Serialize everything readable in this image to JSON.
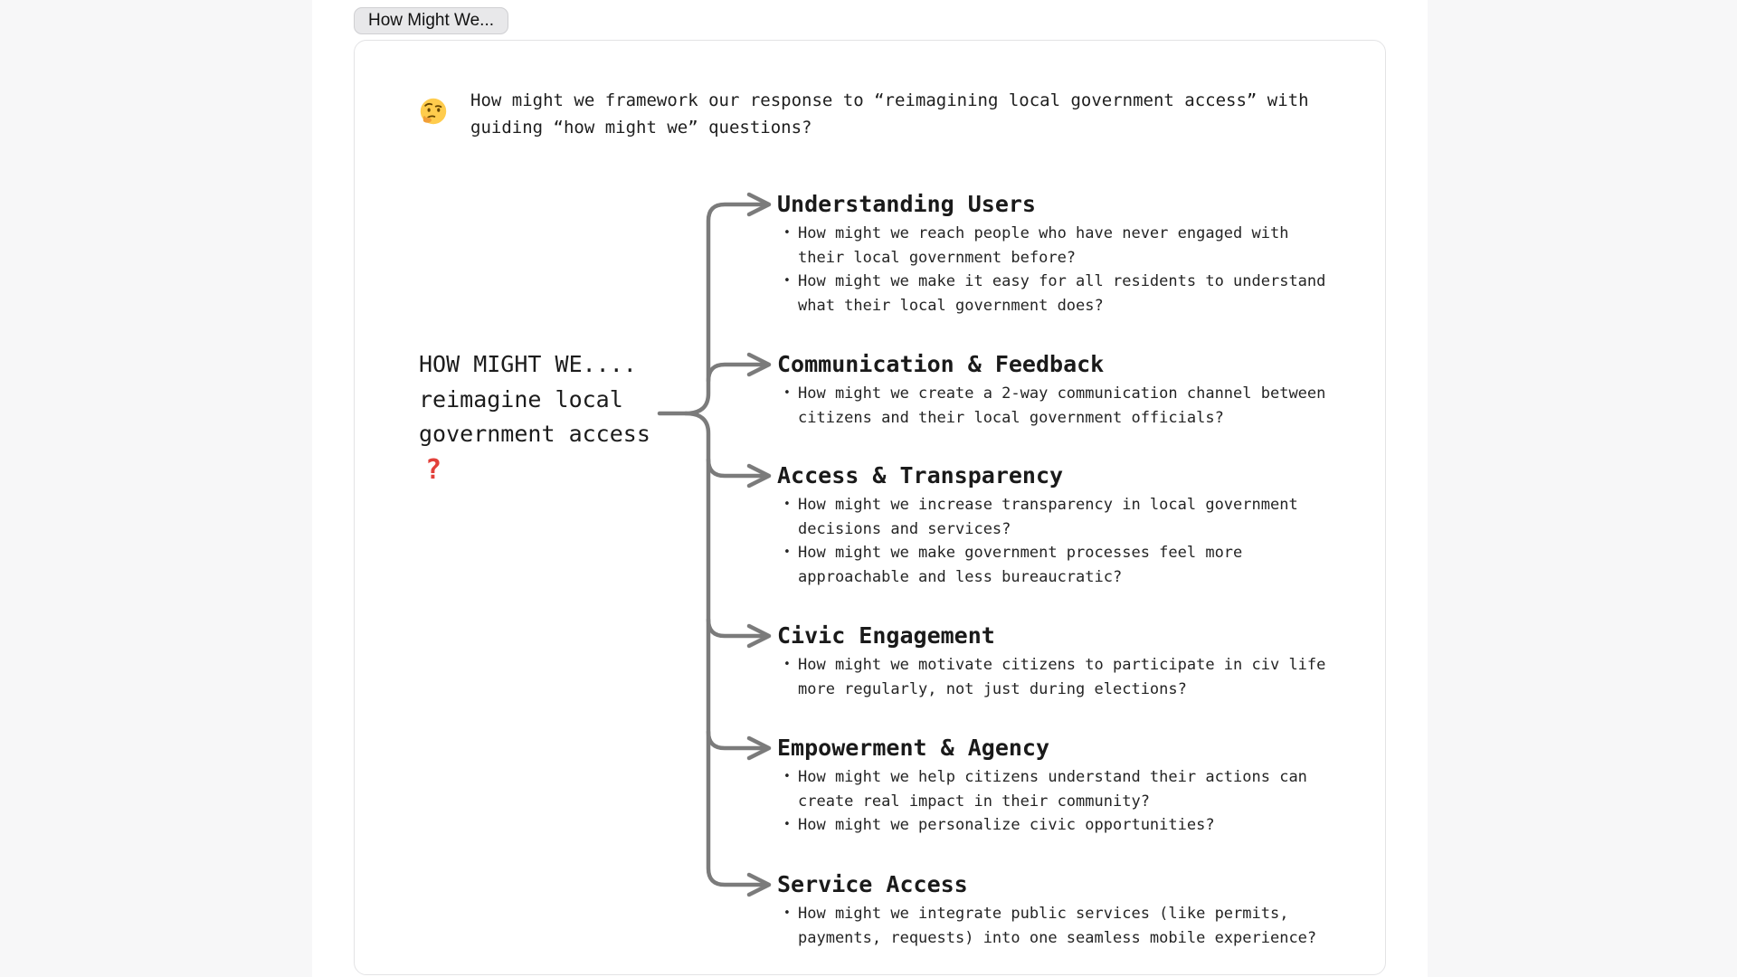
{
  "tab": {
    "label": "How Might We..."
  },
  "prompt": {
    "icon": "thinking-face-icon",
    "text": "How might we framework our response to “reimagining local government access” with guiding “how might we” questions?"
  },
  "mindmap": {
    "root": {
      "lines": [
        "HOW MIGHT WE....",
        "reimagine local",
        "government access"
      ],
      "mark": "?"
    },
    "branches": [
      {
        "title": "Understanding Users",
        "questions": [
          "How might we reach people who have never engaged with their local government before?",
          "How might we make it easy for all residents to understand what their local government does?"
        ]
      },
      {
        "title": "Communication & Feedback",
        "questions": [
          "How might we create a 2-way communication channel between citizens and their local government officials?"
        ]
      },
      {
        "title": "Access & Transparency",
        "questions": [
          "How might we increase transparency in local government decisions and services?",
          "How might we make government processes feel more approachable and less bureaucratic?"
        ]
      },
      {
        "title": "Civic Engagement",
        "questions": [
          "How might we motivate citizens to participate in civ life more regularly, not just during elections?"
        ]
      },
      {
        "title": "Empowerment & Agency",
        "questions": [
          "How might we help citizens understand their actions can create real impact in their community?",
          "How might we personalize civic opportunities?"
        ]
      },
      {
        "title": "Service Access",
        "questions": [
          "How might we integrate public services (like permits, payments, requests) into one seamless mobile experience?"
        ]
      }
    ]
  },
  "colors": {
    "connector": "#7b7b7b",
    "root_mark_red": "#e2403a",
    "page_background": "#f7f7f8",
    "card_border": "#e3e3e5"
  }
}
